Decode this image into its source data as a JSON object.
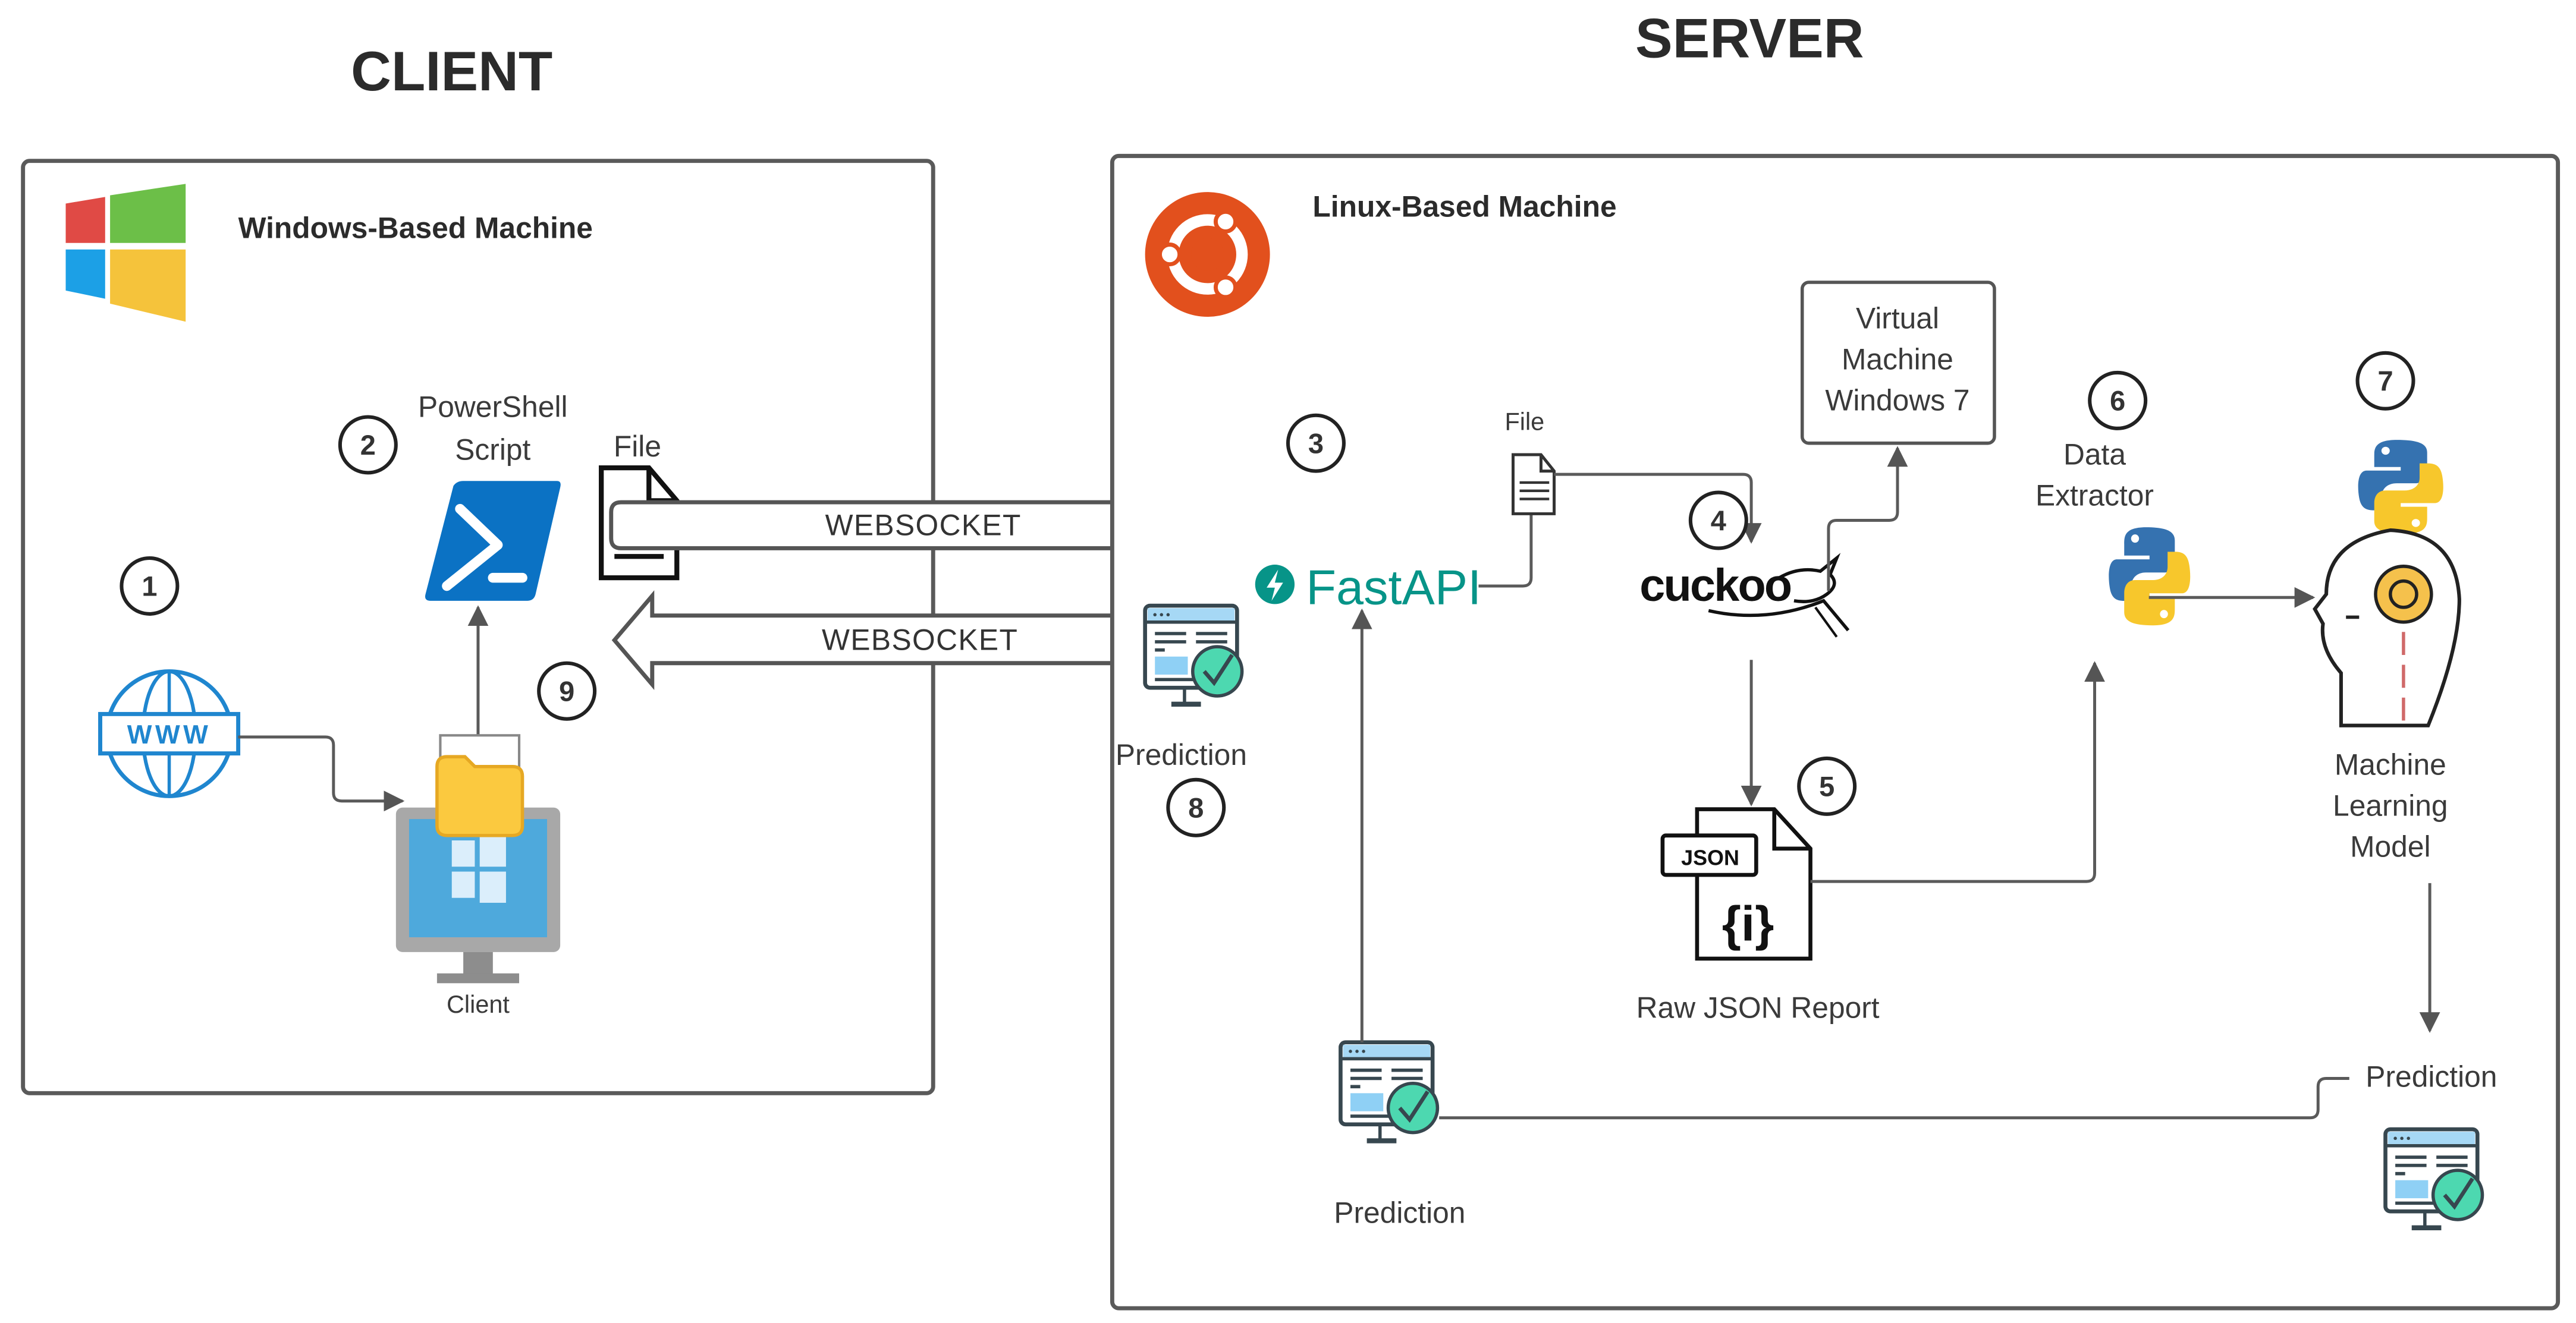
{
  "diagram": {
    "client_title": "CLIENT",
    "server_title": "SERVER",
    "client_panel": {
      "label": "Windows-Based Machine"
    },
    "server_panel": {
      "label": "Linux-Based Machine"
    },
    "client_nodes": {
      "www": {
        "icon": "globe-www-icon",
        "text": "WWW"
      },
      "powershell": {
        "label_line1": "PowerShell",
        "label_line2": "Script",
        "icon": "powershell-icon"
      },
      "file": {
        "label": "File",
        "icon": "file-document-icon"
      },
      "client": {
        "label": "Client",
        "icon": "windows-monitor-folder-icon"
      }
    },
    "server_nodes": {
      "fastapi": {
        "label": "FastAPI",
        "icon": "fastapi-bolt-icon"
      },
      "file": {
        "label": "File",
        "icon": "file-document-icon"
      },
      "vm": {
        "line1": "Virtual",
        "line2": "Machine",
        "line3": "Windows 7"
      },
      "cuckoo": {
        "label": "cuckoo",
        "icon": "cuckoo-bird-icon"
      },
      "json_report": {
        "badge": "JSON",
        "glyph": "{i}",
        "label": "Raw JSON Report"
      },
      "data_extractor": {
        "line1": "Data",
        "line2": "Extractor",
        "icon": "python-icon"
      },
      "ml_model": {
        "line1": "Machine",
        "line2": "Learning",
        "line3": "Model",
        "icon": "head-gear-icon"
      },
      "prediction_right": {
        "label": "Prediction"
      },
      "prediction_bottom": {
        "label": "Prediction"
      },
      "prediction_mid": {
        "label": "Prediction"
      }
    },
    "connections": {
      "websocket_out": "WEBSOCKET",
      "websocket_in": "WEBSOCKET"
    },
    "steps": [
      "1",
      "2",
      "3",
      "4",
      "5",
      "6",
      "7",
      "8",
      "9"
    ],
    "colors": {
      "powershell_blue": "#0b72c4",
      "fastapi_teal": "#079488",
      "ubuntu_orange": "#e2501d",
      "python_blue": "#3572b0",
      "python_yellow": "#f7c72c",
      "check_green": "#4dd8b0",
      "folder_yellow": "#fbc93f",
      "win_red": "#e04a45",
      "win_green": "#6cbf48",
      "win_blue": "#1ca0e6",
      "win_yellow": "#f5c33b"
    }
  }
}
